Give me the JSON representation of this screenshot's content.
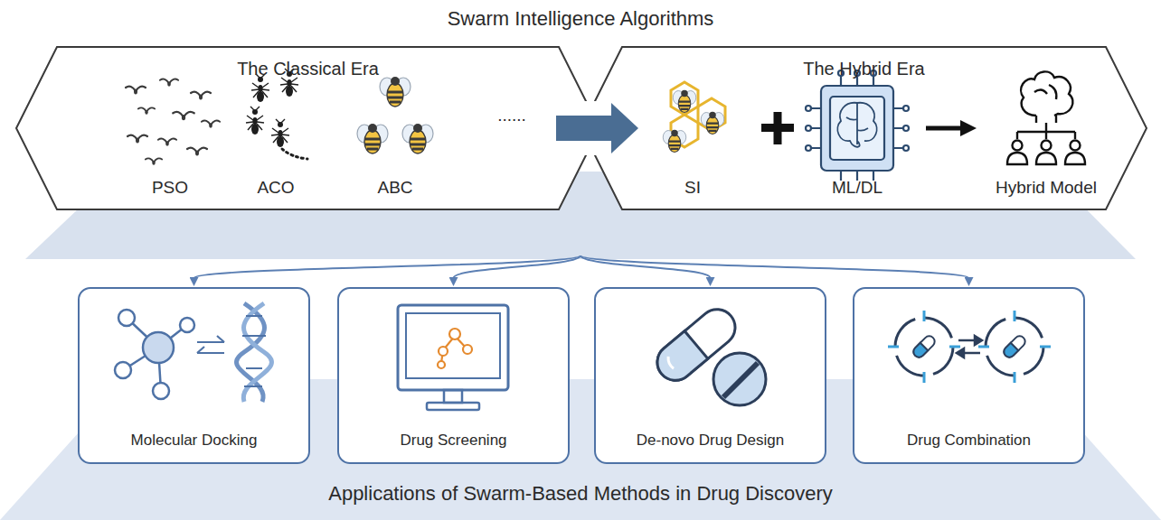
{
  "diagram": {
    "nodes": [
      {
        "text": [
          "Swarm Intelligence Algorithms"
        ]
      },
      {
        "text": [
          "The Classical Era"
        ],
        "in": 0
      },
      {
        "text": [
          "The Hybrid Era"
        ],
        "in": 0
      },
      {
        "text": [
          "Applications of Swarm-Based Methods in Drug Discovery"
        ]
      },
      {
        "text": [
          "Molecular Docking"
        ],
        "in": 3
      },
      {
        "text": [
          "Drug Screening"
        ],
        "in": 3
      },
      {
        "text": [
          "De-novo Drug Design"
        ],
        "in": 3
      },
      {
        "text": [
          "Drug Combination"
        ],
        "in": 3
      }
    ],
    "edges": [
      {
        "from": 1,
        "to": 2,
        "arrow": "to"
      },
      {
        "from": 0,
        "to": 4,
        "arrow": "to"
      },
      {
        "from": 0,
        "to": 5,
        "arrow": "to"
      },
      {
        "from": 0,
        "to": 6,
        "arrow": "to"
      },
      {
        "from": 0,
        "to": 7,
        "arrow": "to"
      }
    ],
    "labels": [
      "PSO",
      "ACO",
      "ABC",
      "......",
      "SI",
      "ML/DL",
      "Hybrid Model"
    ]
  }
}
